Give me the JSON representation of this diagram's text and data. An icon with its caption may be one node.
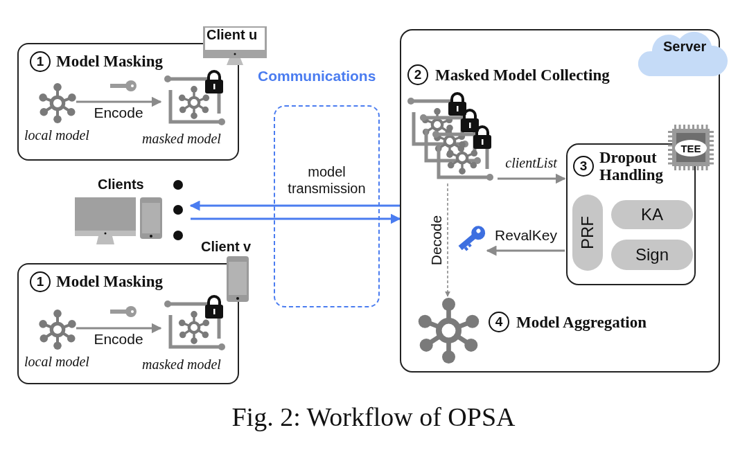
{
  "diagram": {
    "caption": "Fig. 2: Workflow of OPSA",
    "nodes": [
      {
        "text": [
          "1",
          "Model Masking"
        ],
        "beside": [
          "Client u"
        ]
      },
      {
        "text": [],
        "shape": "picture",
        "in": 0,
        "beside": [
          "local model"
        ]
      },
      {
        "text": [],
        "shape": "picture",
        "in": 0,
        "beside": [
          "masked model"
        ]
      },
      {
        "text": [
          "Clients"
        ]
      },
      {
        "text": [
          "1",
          "Model Masking"
        ],
        "beside": [
          "Client v"
        ]
      },
      {
        "text": [],
        "shape": "picture",
        "in": 4,
        "beside": [
          "local model"
        ]
      },
      {
        "text": [],
        "shape": "picture",
        "in": 4,
        "beside": [
          "masked model"
        ]
      },
      {
        "text": [
          "Server"
        ]
      },
      {
        "text": [],
        "shape": "picture",
        "in": 7
      },
      {
        "text": [
          "3",
          "Dropout Handling"
        ],
        "in": 7
      },
      {
        "text": [
          "TEE"
        ],
        "in": 7
      },
      {
        "text": [
          "PRF"
        ],
        "in": 9
      },
      {
        "text": [
          "KA"
        ],
        "in": 9
      },
      {
        "text": [
          "Sign"
        ],
        "in": 9
      },
      {
        "text": [],
        "shape": "picture",
        "in": 7
      },
      {
        "text": [],
        "shape": "picture",
        "in": 7
      }
    ],
    "edges": [
      {
        "from": 1,
        "to": 2,
        "arrow": "to",
        "label": "Encode"
      },
      {
        "from": 5,
        "to": 6,
        "arrow": "to",
        "label": "Encode"
      },
      {
        "from": 7,
        "to": 3,
        "arrow": "to",
        "color": "#4a7cf0"
      },
      {
        "from": 3,
        "to": 7,
        "arrow": "to",
        "color": "#4a7cf0"
      },
      {
        "from": 8,
        "to": 9,
        "arrow": "to",
        "label": "clientList"
      },
      {
        "from": 9,
        "to": 14,
        "arrow": "to",
        "label": "RevalKey"
      },
      {
        "from": 8,
        "to": 15,
        "arrow": "to",
        "label": "Decode",
        "style": "dashed"
      }
    ],
    "labels": [
      "Communications",
      "model transmission",
      "2",
      "Masked Model Collecting",
      "4",
      "Model Aggregation"
    ]
  }
}
